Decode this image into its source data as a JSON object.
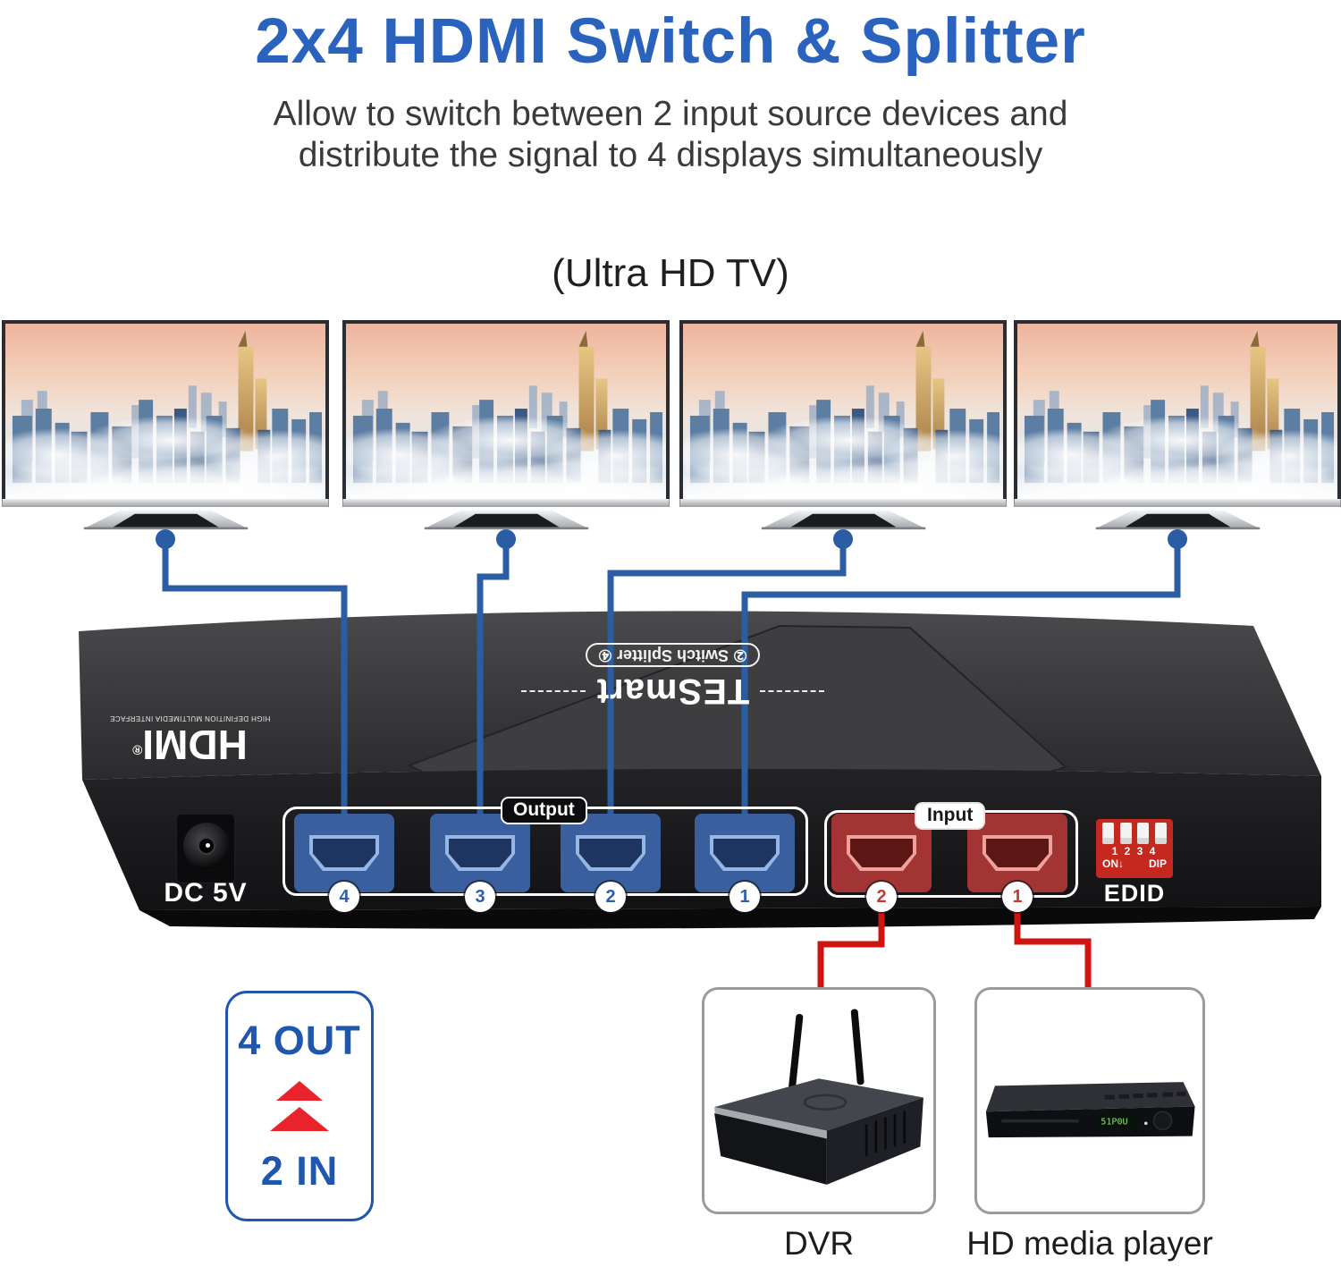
{
  "header": {
    "title": "2x4 HDMI Switch & Splitter",
    "subtitle_line1": "Allow to switch between 2 input source devices and",
    "subtitle_line2": "distribute the signal to 4 displays simultaneously"
  },
  "displays": {
    "caption": "(Ultra HD TV)",
    "count": 4
  },
  "device": {
    "brand": "TESmart",
    "model_badge": "② Switch Splitter ④",
    "hdmi_logo": {
      "text": "HDMI",
      "reg": "®",
      "tagline": "HIGH DEFINITION MULTIMEDIA INTERFACE"
    },
    "power_label": "DC 5V",
    "output_group": {
      "label": "Output",
      "ports": [
        "4",
        "3",
        "2",
        "1"
      ]
    },
    "input_group": {
      "label": "Input",
      "ports": [
        "2",
        "1"
      ]
    },
    "dip_switch": {
      "numbers": "1 2 3 4",
      "on_label": "ON↓",
      "dip_label": "DIP",
      "caption": "EDID"
    }
  },
  "io_badge": {
    "out_label": "4 OUT",
    "in_label": "2 IN"
  },
  "sources": [
    {
      "label": "DVR"
    },
    {
      "label": "HD media player",
      "display_text": "51P0U"
    }
  ],
  "colors": {
    "title_blue": "#2a63bd",
    "cable_blue": "#2b5da5",
    "cable_red": "#cf1512",
    "badge_blue": "#1f57ad",
    "port_blue": "#3a5f9f",
    "port_red": "#a23434"
  }
}
